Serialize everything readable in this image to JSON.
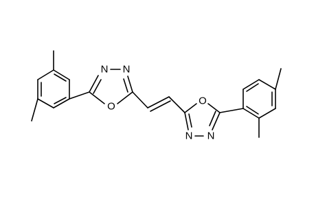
{
  "structure": {
    "atom_labels": [
      {
        "id": "n-left-a",
        "text": "N"
      },
      {
        "id": "n-left-b",
        "text": "N"
      },
      {
        "id": "o-left",
        "text": "O"
      },
      {
        "id": "o-right",
        "text": "O"
      },
      {
        "id": "n-right-a",
        "text": "N"
      },
      {
        "id": "n-right-b",
        "text": "N"
      }
    ]
  },
  "colors": {
    "bond": "#000000",
    "label": "#000000",
    "background": "#ffffff"
  }
}
